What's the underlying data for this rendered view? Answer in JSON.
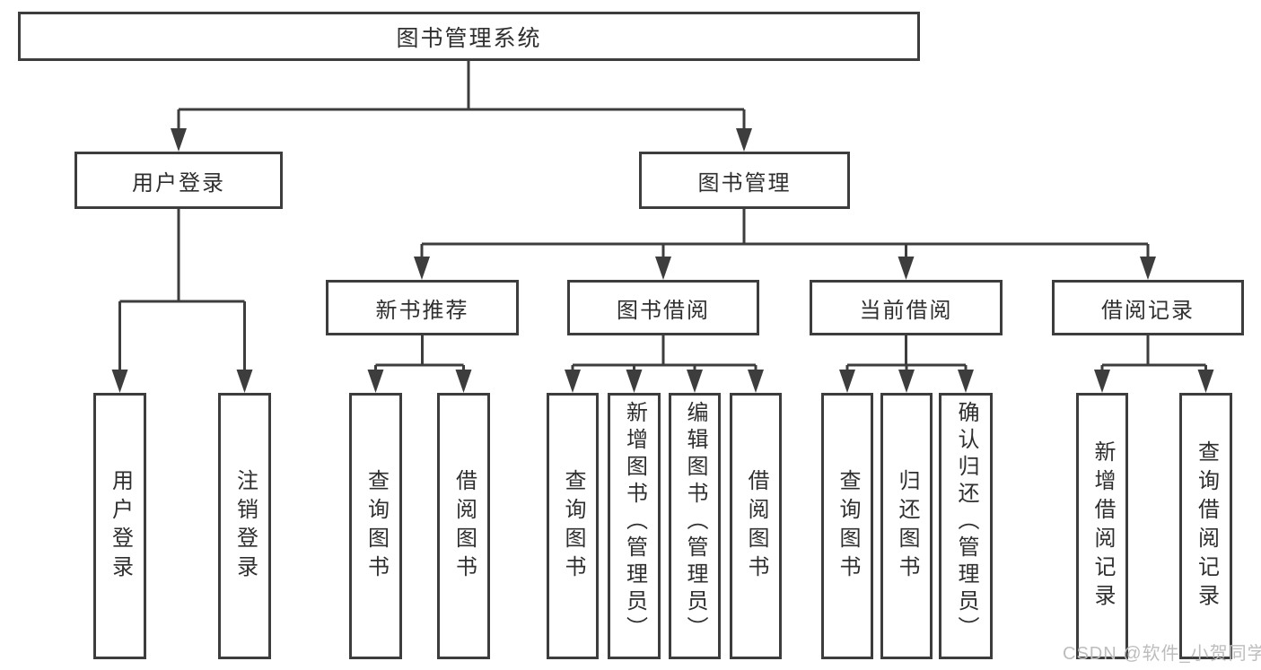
{
  "tree": {
    "label": "图书管理系统",
    "children": [
      {
        "label": "用户登录",
        "children": [
          {
            "label": "用户登录"
          },
          {
            "label": "注销登录"
          }
        ]
      },
      {
        "label": "图书管理",
        "children": [
          {
            "label": "新书推荐",
            "children": [
              {
                "label": "查询图书"
              },
              {
                "label": "借阅图书"
              }
            ]
          },
          {
            "label": "图书借阅",
            "children": [
              {
                "label": "查询图书"
              },
              {
                "label": "新增图书（管理员）"
              },
              {
                "label": "编辑图书（管理员）"
              },
              {
                "label": "借阅图书"
              }
            ]
          },
          {
            "label": "当前借阅",
            "children": [
              {
                "label": "查询图书"
              },
              {
                "label": "归还图书"
              },
              {
                "label": "确认归还（管理员）"
              }
            ]
          },
          {
            "label": "借阅记录",
            "children": [
              {
                "label": "新增借阅记录"
              },
              {
                "label": "查询借阅记录"
              }
            ]
          }
        ]
      }
    ]
  },
  "watermark": {
    "text": "CSDN @软件_小贺同学",
    "color": "#bdbdbd"
  },
  "colors": {
    "line": "#3d3d3d",
    "box_border": "#3d3d3d",
    "text": "#2f2f2f",
    "background": "#ffffff"
  }
}
